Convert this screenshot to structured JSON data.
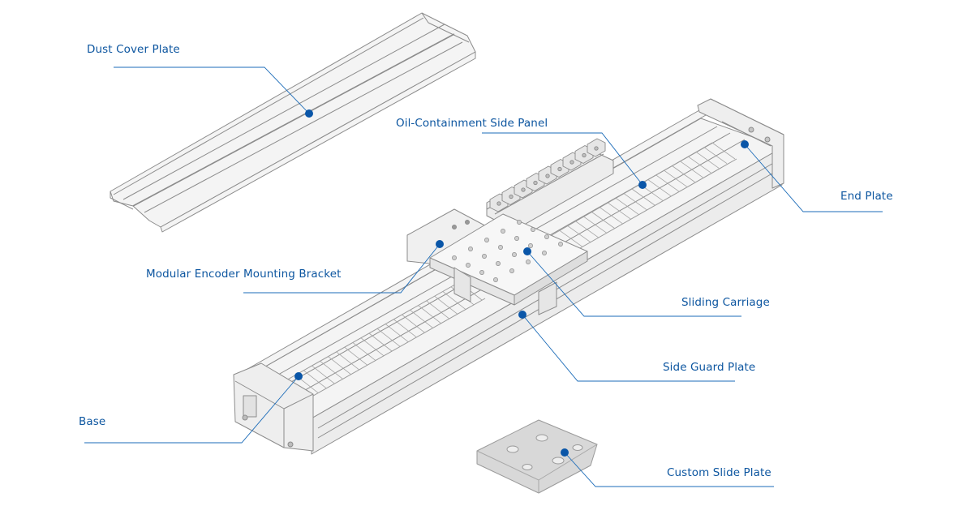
{
  "colors": {
    "label": "#0d56a0",
    "leader": "#1b6bb8",
    "dot": "#0a56a8",
    "outline": "#8c8c8c",
    "fill": "#f2f2f2",
    "slide_plate": "#d6d6d6"
  },
  "labels": {
    "dust_cover_plate": "Dust Cover Plate",
    "oil_containment_side_panel": "Oil-Containment Side Panel",
    "end_plate": "End Plate",
    "modular_encoder_mounting_bracket": "Modular Encoder Mounting Bracket",
    "sliding_carriage": "Sliding Carriage",
    "side_guard_plate": "Side Guard Plate",
    "base": "Base",
    "custom_slide_plate": "Custom Slide Plate"
  }
}
